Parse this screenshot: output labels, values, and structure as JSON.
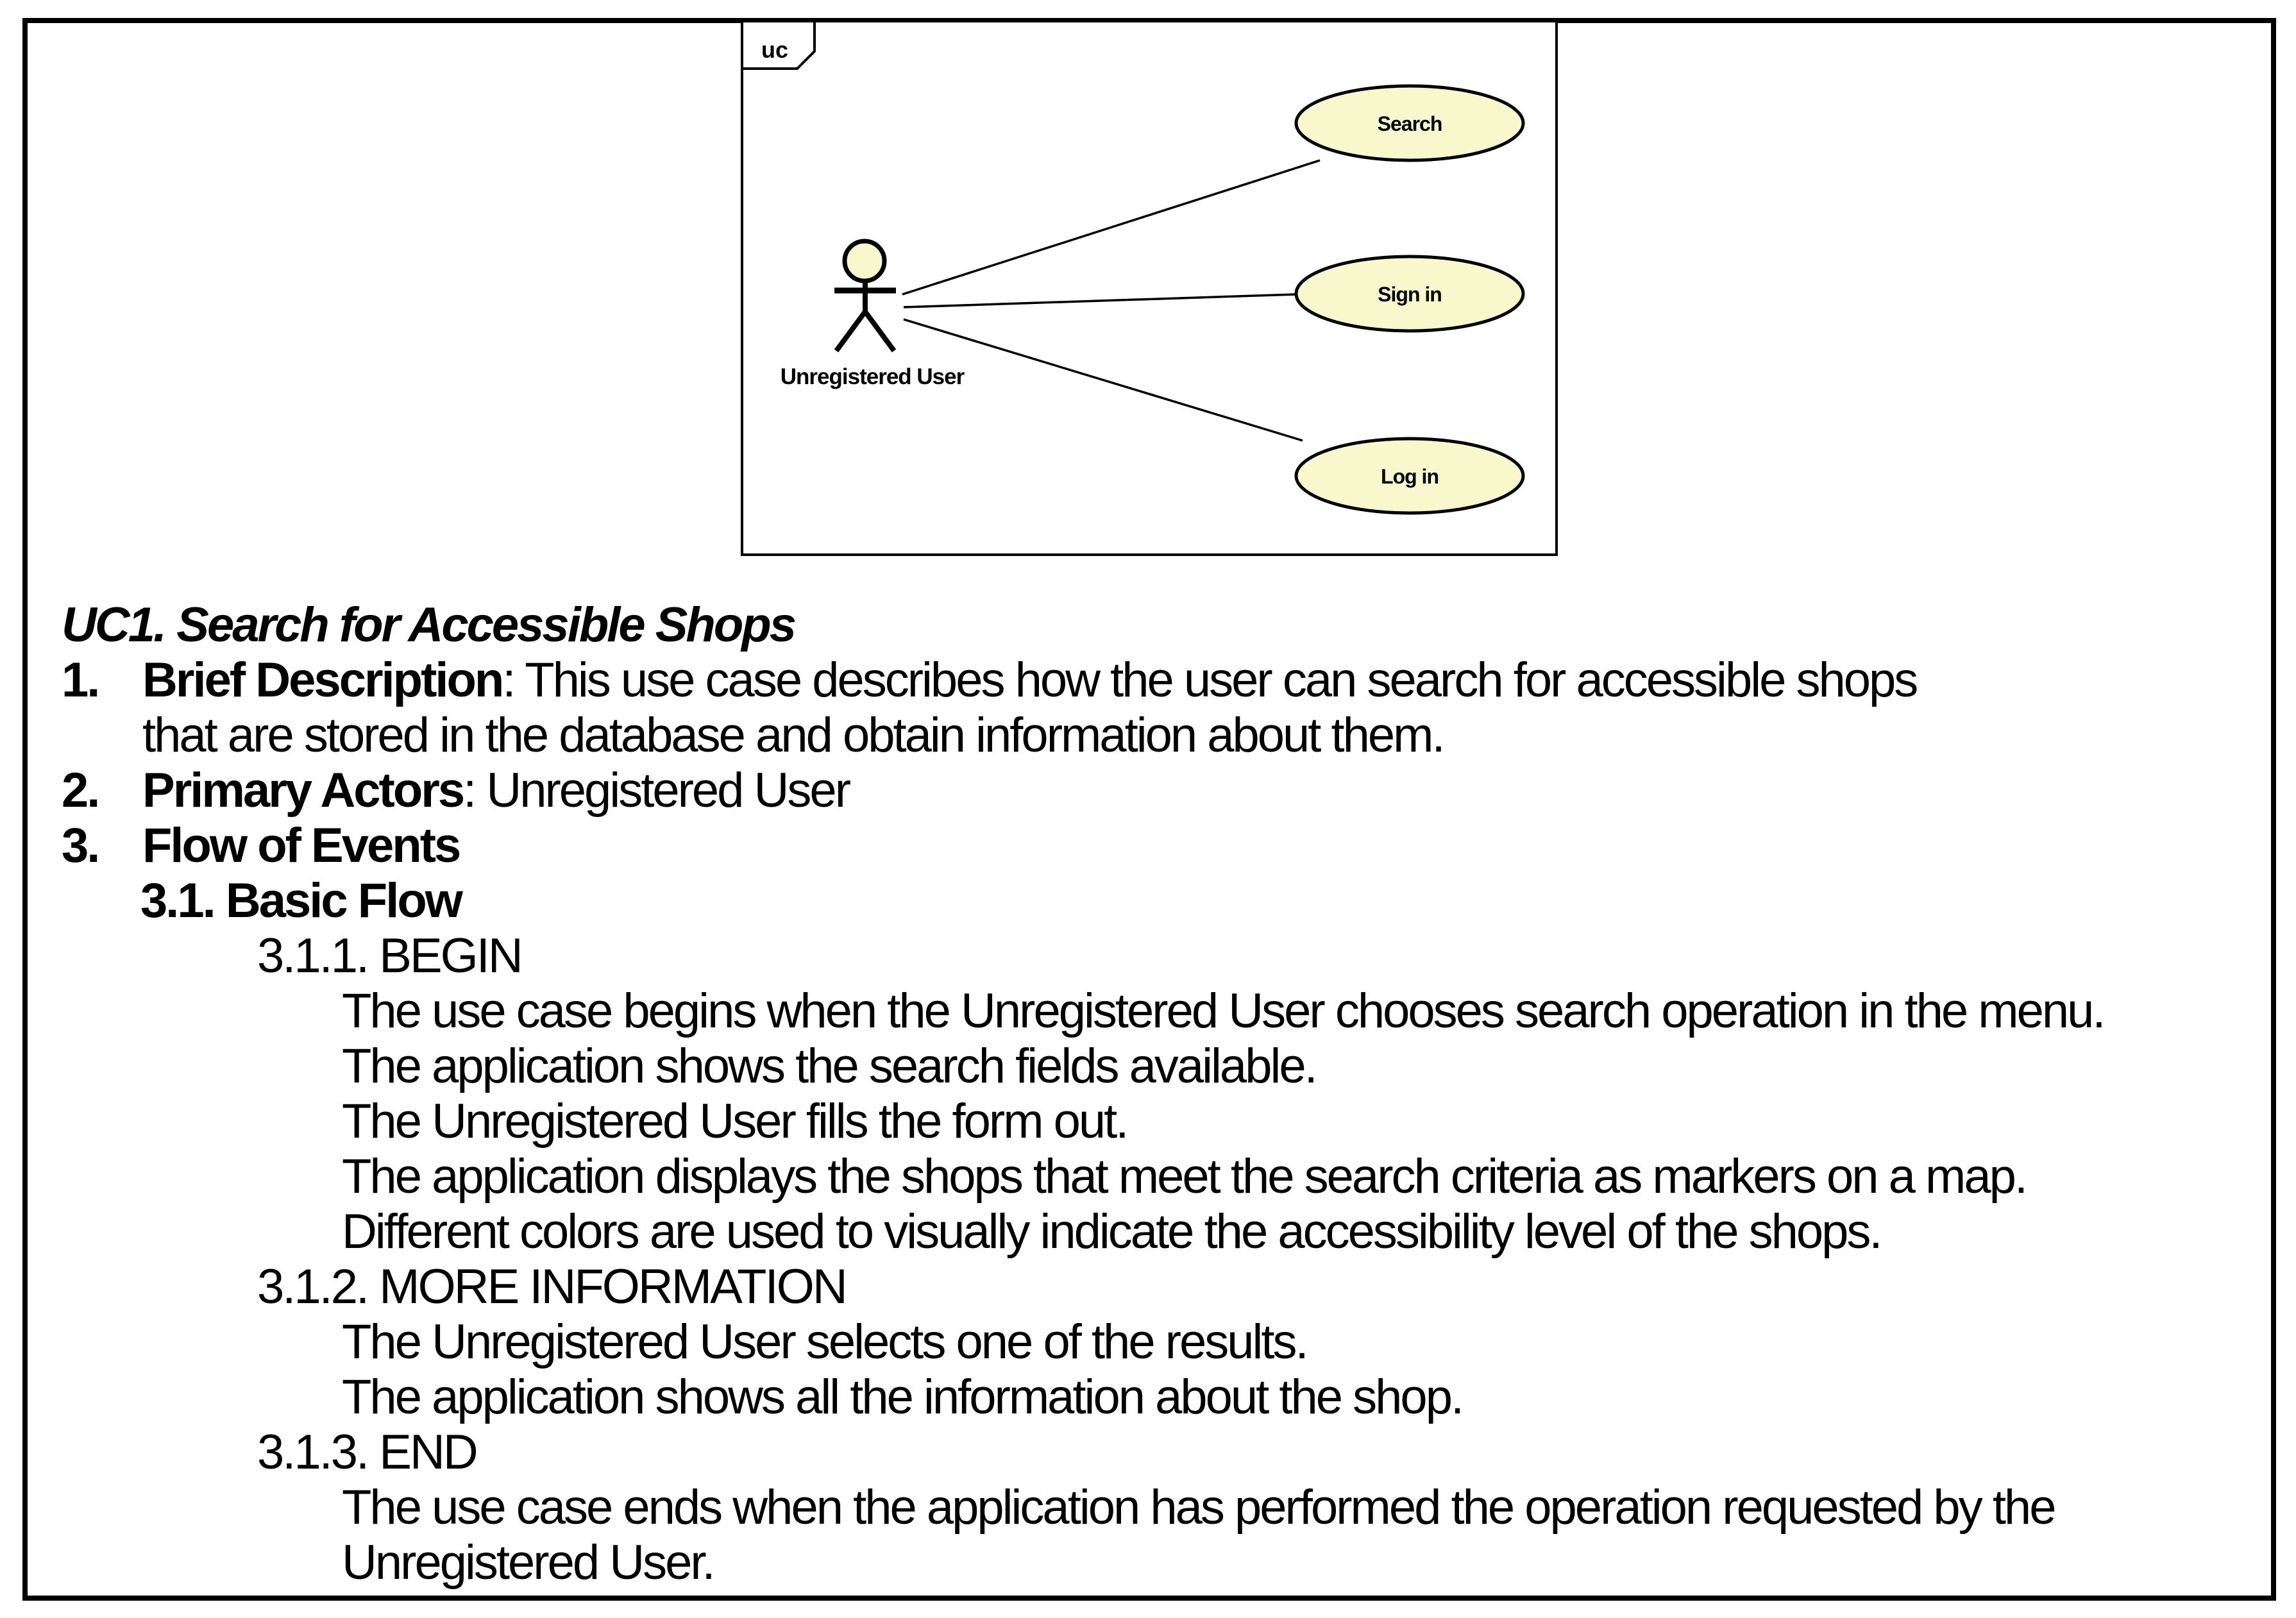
{
  "diagram": {
    "frame_tag": "uc",
    "actor": {
      "label": "Unregistered User"
    },
    "use_cases": [
      {
        "label": "Search"
      },
      {
        "label": "Sign in"
      },
      {
        "label": "Log in"
      }
    ],
    "colors": {
      "use_case_fill": "#f8f8cc",
      "stroke": "#000000",
      "frame_fill": "#ffffff"
    }
  },
  "document": {
    "title": "UC1. Search for Accessible Shops",
    "sections": [
      {
        "num": "1.",
        "label": "Brief Description",
        "sep": ": ",
        "text": "This use case describes how the user can search for accessible shops",
        "text2": "that are stored in the database and obtain information about them."
      },
      {
        "num": "2.",
        "label": "Primary Actors",
        "sep": ": ",
        "text": "Unregistered User",
        "text2": ""
      },
      {
        "num": "3.",
        "label": "Flow of Events",
        "sep": "",
        "text": "",
        "text2": ""
      }
    ],
    "basic_flow_heading": "3.1. Basic Flow",
    "steps": [
      {
        "heading": "3.1.1. BEGIN",
        "lines": [
          "The use case begins when the Unregistered User chooses search operation in the menu.",
          "The application shows the search fields available.",
          "The Unregistered User fills the form out.",
          "The application displays the shops that meet the search criteria as markers on a map.",
          "Different colors are used to visually indicate the accessibility level of the shops."
        ]
      },
      {
        "heading": "3.1.2. MORE INFORMATION",
        "lines": [
          "The Unregistered User selects one of the results.",
          "The application shows all the information about the shop."
        ]
      },
      {
        "heading": "3.1.3. END",
        "lines": [
          "The use case ends when the application has performed the operation requested by the",
          "Unregistered User."
        ]
      }
    ]
  }
}
